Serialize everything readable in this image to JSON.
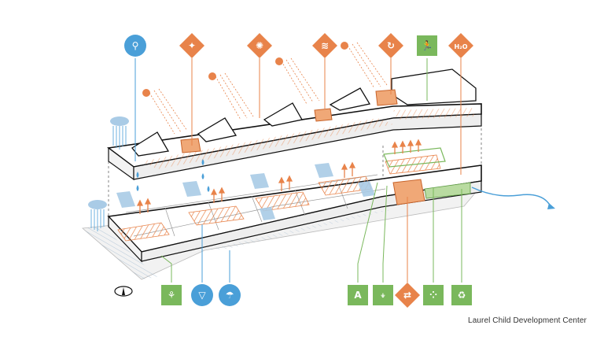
{
  "caption": "Laurel Child Development Center",
  "colors": {
    "orange": "#e8834a",
    "orange_light": "#f4c9a8",
    "blue": "#4a9fd8",
    "blue_light": "#a9cbe6",
    "green": "#7ab85c",
    "green_light": "#b9dba1",
    "outline": "#111111"
  },
  "top_icons": [
    {
      "name": "ventilation-person-icon",
      "shape": "circle",
      "color": "blue",
      "glyph": "⚲"
    },
    {
      "name": "solar-energy-icon",
      "shape": "diamond",
      "color": "orange",
      "glyph": "✦"
    },
    {
      "name": "sun-heat-icon",
      "shape": "diamond",
      "color": "orange",
      "glyph": "✺"
    },
    {
      "name": "wind-flow-icon",
      "shape": "diamond",
      "color": "orange",
      "glyph": "≋"
    },
    {
      "name": "recycle-arrows-icon",
      "shape": "diamond",
      "color": "orange",
      "glyph": "↻"
    },
    {
      "name": "running-person-icon",
      "shape": "square",
      "color": "green",
      "glyph": "🏃"
    },
    {
      "name": "hot-water-icon",
      "shape": "diamond",
      "color": "orange",
      "glyph": "H₂O"
    }
  ],
  "bottom_icons": [
    {
      "name": "landscape-plant-icon",
      "shape": "square",
      "color": "green",
      "glyph": "⚘"
    },
    {
      "name": "water-bucket-icon",
      "shape": "circle",
      "color": "blue",
      "glyph": "▽"
    },
    {
      "name": "rain-shower-icon",
      "shape": "circle",
      "color": "blue",
      "glyph": "☂"
    },
    {
      "name": "materials-icon",
      "shape": "square",
      "color": "green",
      "glyph": "A"
    },
    {
      "name": "measuring-person-icon",
      "shape": "square",
      "color": "green",
      "glyph": "⍖"
    },
    {
      "name": "hvac-exchange-icon",
      "shape": "diamond",
      "color": "orange",
      "glyph": "⇄"
    },
    {
      "name": "insulation-dots-icon",
      "shape": "square",
      "color": "green",
      "glyph": "⁘"
    },
    {
      "name": "recycling-icon",
      "shape": "square",
      "color": "green",
      "glyph": "♻"
    }
  ]
}
